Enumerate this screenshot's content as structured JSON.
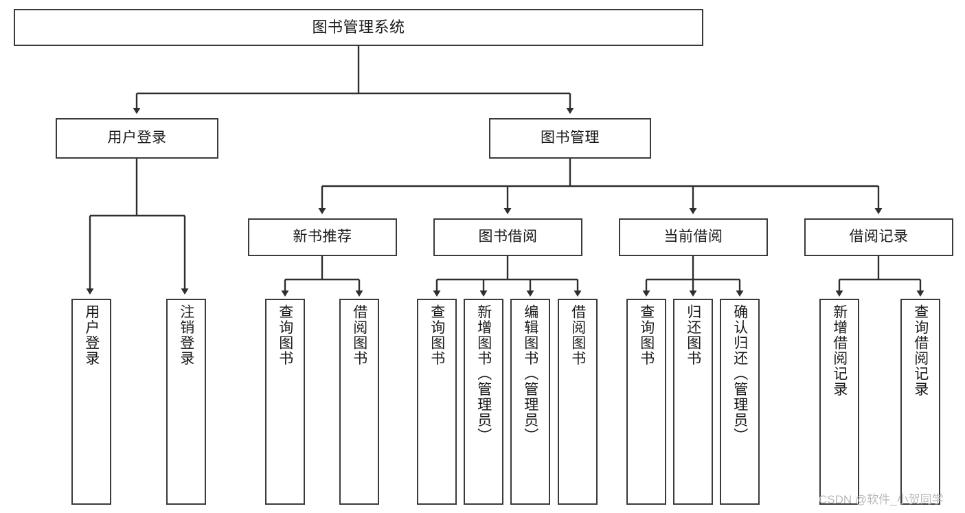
{
  "diagram": {
    "type": "tree-hierarchy-chart",
    "title": "图书管理系统",
    "orientation": "top-down",
    "colors": {
      "box_border": "#3a3a3a",
      "box_fill": "#ffffff",
      "edge": "#2e2e2e",
      "text": "#1a1a1a",
      "watermark": "#b9b9b9",
      "background": "#ffffff"
    },
    "nodes": {
      "root": {
        "id": "root",
        "label": "图书管理系统",
        "level": 0
      },
      "level2": [
        {
          "id": "user-login",
          "label": "用户登录",
          "level": 1
        },
        {
          "id": "book-management",
          "label": "图书管理",
          "level": 1
        }
      ],
      "level3": [
        {
          "id": "new-book-recommend",
          "label": "新书推荐",
          "level": 2,
          "parent": "book-management"
        },
        {
          "id": "book-borrow",
          "label": "图书借阅",
          "level": 2,
          "parent": "book-management"
        },
        {
          "id": "current-borrow",
          "label": "当前借阅",
          "level": 2,
          "parent": "book-management"
        },
        {
          "id": "borrow-record",
          "label": "借阅记录",
          "level": 2,
          "parent": "book-management"
        }
      ],
      "leaves": [
        {
          "id": "leaf-user-login",
          "label": "用户登录",
          "parent": "user-login"
        },
        {
          "id": "leaf-logout-login",
          "label": "注销登录",
          "parent": "user-login"
        },
        {
          "id": "leaf-query-book-1",
          "label": "查询图书",
          "parent": "new-book-recommend"
        },
        {
          "id": "leaf-borrow-book-1",
          "label": "借阅图书",
          "parent": "new-book-recommend"
        },
        {
          "id": "leaf-query-book-2",
          "label": "查询图书",
          "parent": "book-borrow"
        },
        {
          "id": "leaf-add-book",
          "label": "新增图书（管理员）",
          "parent": "book-borrow"
        },
        {
          "id": "leaf-edit-book",
          "label": "编辑图书（管理员）",
          "parent": "book-borrow"
        },
        {
          "id": "leaf-borrow-book-2",
          "label": "借阅图书",
          "parent": "book-borrow"
        },
        {
          "id": "leaf-query-book-3",
          "label": "查询图书",
          "parent": "current-borrow"
        },
        {
          "id": "leaf-return-book",
          "label": "归还图书",
          "parent": "current-borrow"
        },
        {
          "id": "leaf-confirm-return",
          "label": "确认归还（管理员）",
          "parent": "current-borrow"
        },
        {
          "id": "leaf-add-record",
          "label": "新增借阅记录",
          "parent": "borrow-record"
        },
        {
          "id": "leaf-query-record",
          "label": "查询借阅记录",
          "parent": "borrow-record"
        }
      ]
    },
    "watermark": "CSDN @软件_小贺同学"
  }
}
